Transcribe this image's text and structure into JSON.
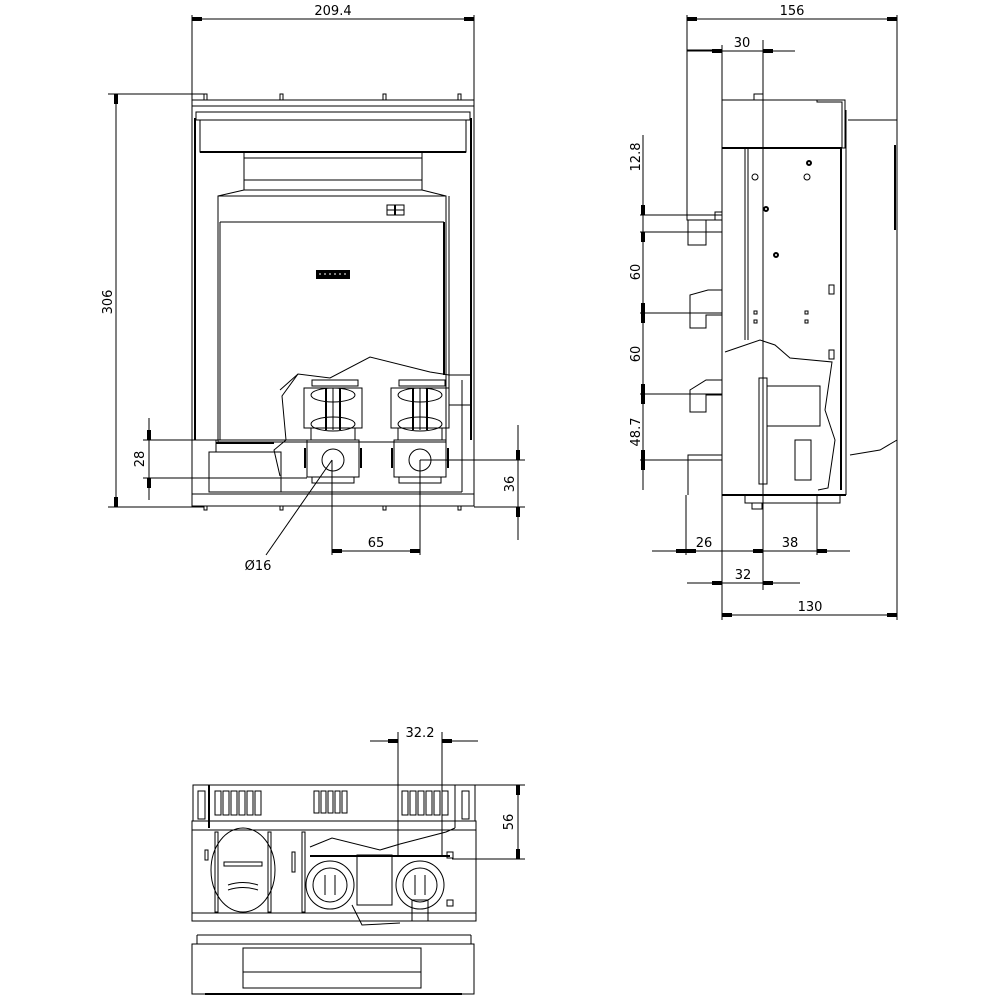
{
  "drawing": {
    "type": "technical-dimension-drawing",
    "views": {
      "front": {
        "dimensions": {
          "width": "209.4",
          "height": "306",
          "terminal_height": "28",
          "terminal_offset": "36",
          "terminal_pitch": "65",
          "hole_diameter": "Ø16"
        }
      },
      "side": {
        "dimensions": {
          "overall_depth": "156",
          "top_offset": "30",
          "spacing_top": "12.8",
          "spacing_1": "60",
          "spacing_2": "60",
          "spacing_3": "48.7",
          "bottom_left": "26",
          "bottom_mid": "38",
          "bottom_32": "32",
          "bottom_depth": "130"
        }
      },
      "bottom": {
        "dimensions": {
          "terminal_width": "32.2",
          "height": "56"
        }
      }
    },
    "colors": {
      "line": "#000000",
      "background": "#ffffff"
    }
  }
}
